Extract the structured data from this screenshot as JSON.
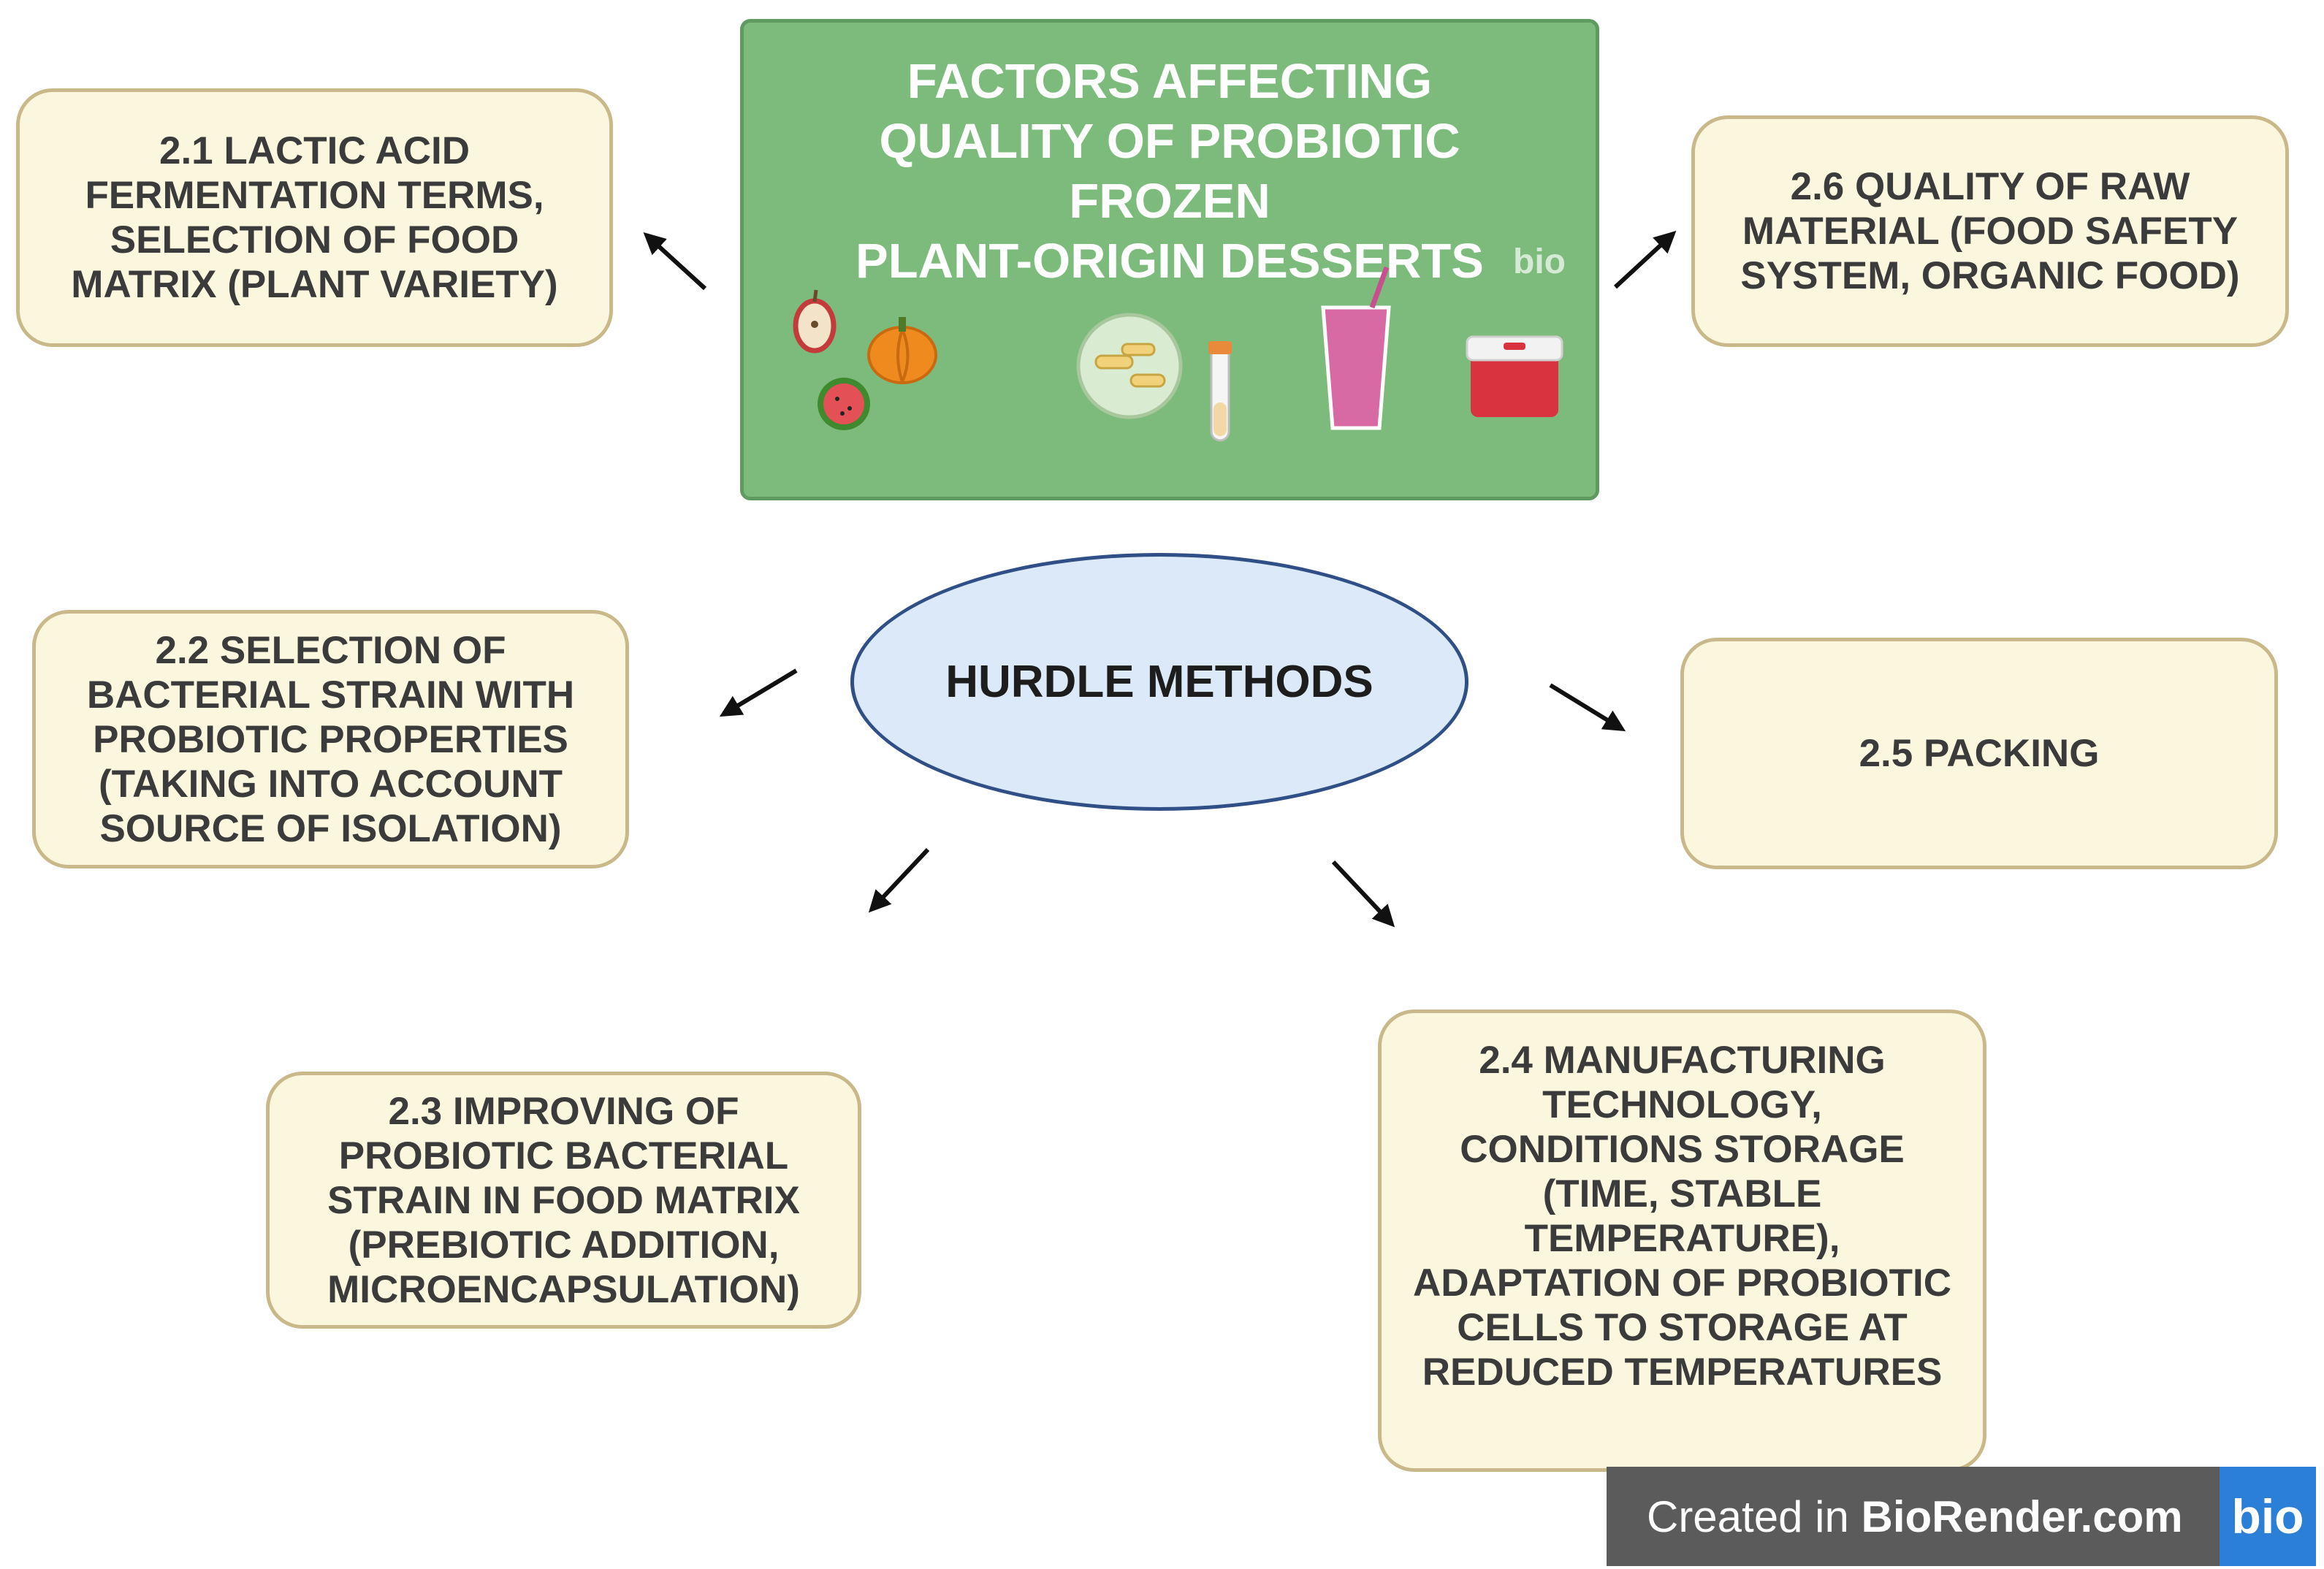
{
  "central": {
    "title": "FACTORS AFFECTING\nQUALITY OF PROBIOTIC\nFROZEN\nPLANT-ORIGIN DESSERTS",
    "logo_text": "bio",
    "icons": [
      "apple-icon",
      "pumpkin-icon",
      "watermelon-icon",
      "petri-dish-icon",
      "test-tube-icon",
      "smoothie-glass-icon",
      "cooler-box-icon"
    ]
  },
  "hurdle": {
    "label": "HURDLE METHODS"
  },
  "boxes": {
    "b21": "2.1 LACTIC ACID\nFERMENTATION TERMS,\nSELECTION OF FOOD\nMATRIX (PLANT VARIETY)",
    "b22": "2.2 SELECTION OF\nBACTERIAL STRAIN WITH\nPROBIOTIC PROPERTIES\n(TAKING INTO ACCOUNT\nSOURCE OF ISOLATION)",
    "b23": "2.3 IMPROVING OF\nPROBIOTIC BACTERIAL\nSTRAIN IN FOOD MATRIX\n(PREBIOTIC ADDITION,\nMICROENCAPSULATION)",
    "b24": "2.4 MANUFACTURING\nTECHNOLOGY,\nCONDITIONS STORAGE\n(TIME, STABLE\nTEMPERATURE),\nADAPTATION OF PROBIOTIC\nCELLS TO STORAGE AT\nREDUCED TEMPERATURES",
    "b25": "2.5 PACKING",
    "b26": "2.6 QUALITY OF RAW\nMATERIAL (FOOD SAFETY\nSYSTEM, ORGANIC FOOD)"
  },
  "footer": {
    "created_in": "Created in ",
    "brand": "BioRender.com",
    "logo": "bio"
  },
  "colors": {
    "central_fill": "#7dbb7d",
    "box_fill": "#fbf7df",
    "box_border": "#c9b98a",
    "ellipse_fill": "#dbe9f8",
    "ellipse_border": "#2f4f86",
    "footer_bg": "#5b5b5b",
    "footer_logo_bg": "#2b7fd6"
  }
}
